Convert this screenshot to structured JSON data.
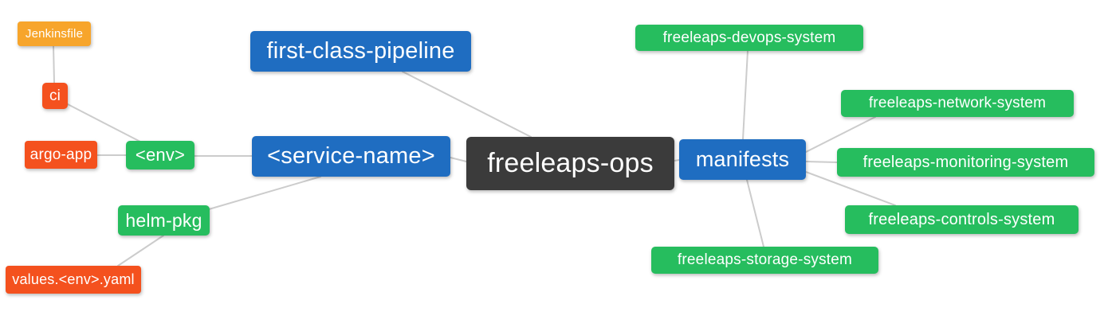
{
  "diagram": {
    "type": "mind-map",
    "root": "freeleaps-ops",
    "palette": {
      "orange": "#f7a52b",
      "red": "#f4511e",
      "green": "#26bd5e",
      "blue": "#1f6dc1",
      "dark": "#3b3b3b",
      "edge_gray": "#cccccc",
      "background": "#ffffff",
      "text": "#ffffff"
    },
    "nodes": {
      "jenkinsfile": {
        "label": "Jenkinsfile",
        "color": "#f7a52b"
      },
      "ci": {
        "label": "ci",
        "color": "#f4511e"
      },
      "argo_app": {
        "label": "argo-app",
        "color": "#f4511e"
      },
      "env": {
        "label": "<env>",
        "color": "#26bd5e"
      },
      "helm_pkg": {
        "label": "helm-pkg",
        "color": "#26bd5e"
      },
      "values_env_yaml": {
        "label": "values.<env>.yaml",
        "color": "#f4511e"
      },
      "first_class_pipeline": {
        "label": "first-class-pipeline",
        "color": "#1f6dc1"
      },
      "service_name": {
        "label": "<service-name>",
        "color": "#1f6dc1"
      },
      "freeleaps_ops": {
        "label": "freeleaps-ops",
        "color": "#3b3b3b"
      },
      "manifests": {
        "label": "manifests",
        "color": "#1f6dc1"
      },
      "devops_system": {
        "label": "freeleaps-devops-system",
        "color": "#26bd5e"
      },
      "network_system": {
        "label": "freeleaps-network-system",
        "color": "#26bd5e"
      },
      "monitoring_system": {
        "label": "freeleaps-monitoring-system",
        "color": "#26bd5e"
      },
      "controls_system": {
        "label": "freeleaps-controls-system",
        "color": "#26bd5e"
      },
      "storage_system": {
        "label": "freeleaps-storage-system",
        "color": "#26bd5e"
      }
    },
    "edges": [
      {
        "from": "Jenkinsfile",
        "to": "ci"
      },
      {
        "from": "ci",
        "to": "<env>"
      },
      {
        "from": "argo-app",
        "to": "<env>"
      },
      {
        "from": "<env>",
        "to": "<service-name>"
      },
      {
        "from": "<service-name>",
        "to": "helm-pkg"
      },
      {
        "from": "helm-pkg",
        "to": "values.<env>.yaml"
      },
      {
        "from": "first-class-pipeline",
        "to": "freeleaps-ops"
      },
      {
        "from": "<service-name>",
        "to": "freeleaps-ops"
      },
      {
        "from": "freeleaps-ops",
        "to": "manifests"
      },
      {
        "from": "manifests",
        "to": "freeleaps-devops-system"
      },
      {
        "from": "manifests",
        "to": "freeleaps-network-system"
      },
      {
        "from": "manifests",
        "to": "freeleaps-monitoring-system"
      },
      {
        "from": "manifests",
        "to": "freeleaps-controls-system"
      },
      {
        "from": "manifests",
        "to": "freeleaps-storage-system"
      }
    ]
  }
}
